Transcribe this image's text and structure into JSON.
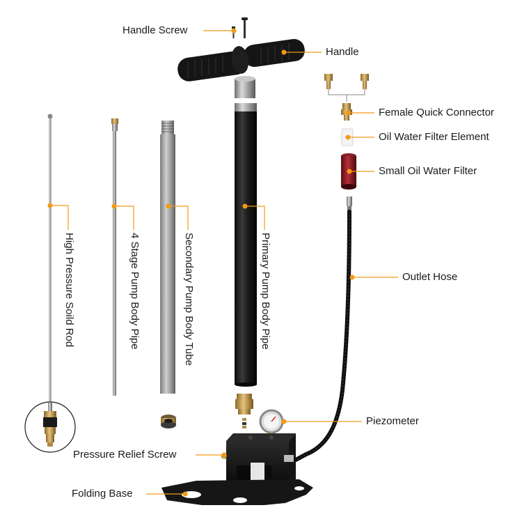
{
  "accent_color": "#f29a16",
  "labels": {
    "handle_screw": "Handle Screw",
    "handle": "Handle",
    "female_quick_connector": "Female Quick Connector",
    "oil_water_filter_element": "Oil Water Filter Element",
    "small_oil_water_filter": "Small Oil Water Filter",
    "outlet_hose": "Outlet Hose",
    "piezometer": "Piezometer",
    "pressure_relief_screw": "Pressure Relief Screw",
    "folding_base": "Folding Base",
    "high_pressure_solid_rod": "High Pressure Soild Rod",
    "four_stage_pump_body_pipe": "4 Stage Pump Body Pipe",
    "secondary_pump_body_tube": "Secondary Pump Body Tube",
    "primary_pump_body_pipe": "Primary Pump Body Pipe"
  }
}
